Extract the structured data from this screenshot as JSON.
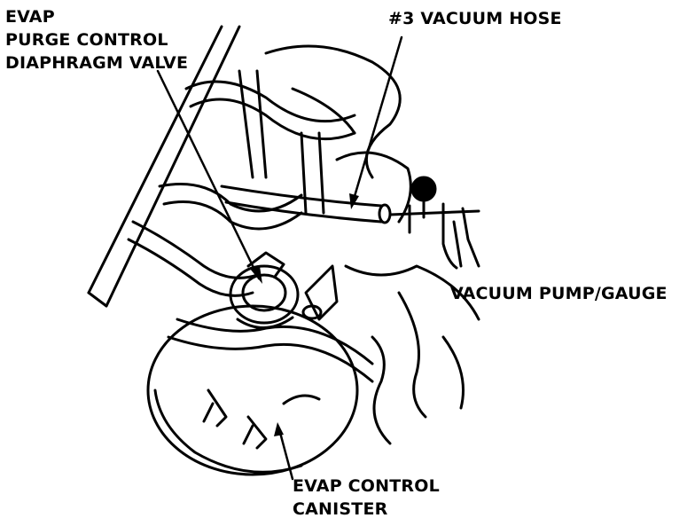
{
  "labels": {
    "purge_valve": [
      "EVAP",
      "PURGE CONTROL",
      "DIAPHRAGM VALVE"
    ],
    "vacuum_hose": "#3 VACUUM HOSE",
    "vacuum_pump": "VACUUM PUMP/GAUGE",
    "canister": [
      "EVAP CONTROL",
      "CANISTER"
    ]
  },
  "colors": {
    "ink": "#000000",
    "paper": "#ffffff"
  }
}
